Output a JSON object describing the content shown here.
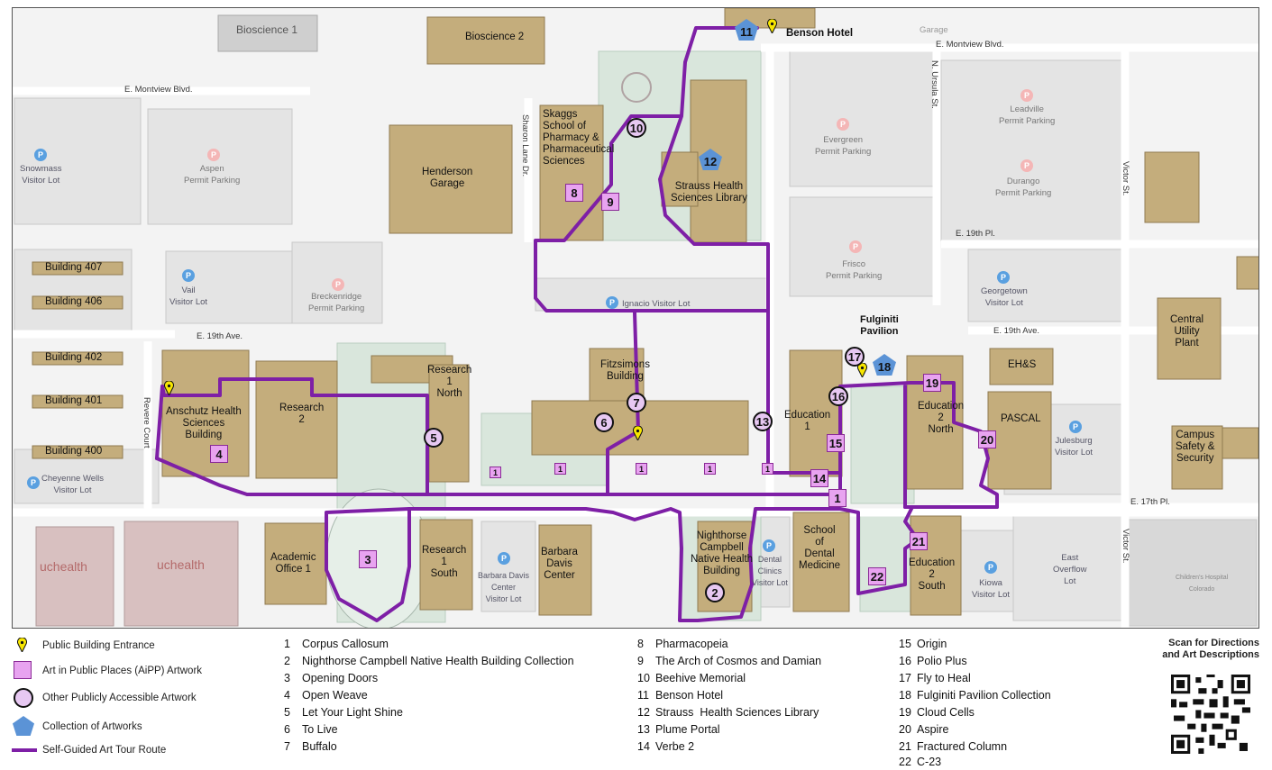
{
  "colors": {
    "building": "#c4ad7c",
    "route": "#7e1fa6",
    "aipp": "#e8a3f0",
    "other_art": "#e7c8f2",
    "collection": "#5b93d6",
    "park": "#d9e6dc",
    "lot": "#e4e4e4",
    "public_parking": "#5aa0e0",
    "permit_parking": "#f4b6b6"
  },
  "icons": {
    "entrance": "yellow-map-pin-icon",
    "parking": "parking-p-icon"
  },
  "streets": {
    "montview_w": "E. Montview Blvd.",
    "montview_e": "E. Montview Blvd.",
    "nineteenth_pl": "E. 19th Pl.",
    "nineteenth_ave_w": "E. 19th Ave.",
    "nineteenth_ave_e": "E. 19th Ave.",
    "seventeenth_pl": "E. 17th Pl.",
    "sharon_lane": "Sharon Lane Dr.",
    "revere": "Revere Court",
    "n_ursula": "N. Ursula St.",
    "victor_n": "Victor St.",
    "victor_s": "Victor St.",
    "garage_top": "Garage"
  },
  "buildings": {
    "bioscience1": "Bioscience 1",
    "bioscience2": "Bioscience 2",
    "henderson": "Henderson\nGarage",
    "skaggs": "Skaggs\nSchool of\nPharmacy &\nPharmaceutical\nSciences",
    "strauss": "Strauss Health\nSciences Library",
    "b407": "Building 407",
    "b406": "Building 406",
    "b402": "Building 402",
    "b401": "Building 401",
    "b400": "Building 400",
    "anschutz": "Anschutz Health\nSciences\nBuilding",
    "research2": "Research\n2",
    "research1n": "Research\n1\nNorth",
    "fitzsimons": "Fitzsimons\nBuilding",
    "fulginiti": "Fulginiti\nPavilion",
    "education1": "Education\n1",
    "education2n": "Education\n2\nNorth",
    "ehs": "EH&S",
    "pascal": "PASCAL",
    "central_utility": "Central\nUtility\nPlant",
    "campus_safety": "Campus\nSafety &\nSecurity",
    "academic1": "Academic\nOffice 1",
    "research1s": "Research\n1\nSouth",
    "barbara_davis": "Barbara\nDavis\nCenter",
    "nighthorse": "Nighthorse\nCampbell\nNative Health\nBuilding",
    "dental": "School\nof\nDental\nMedicine",
    "education2s": "Education\n2\nSouth",
    "uchealth1": "uchealth",
    "uchealth2": "uchealth",
    "benson": "Benson Hotel",
    "childrens": "Children's Hospital\nColorado"
  },
  "parking": {
    "snowmass": "Snowmass\nVisitor Lot",
    "aspen": "Aspen\nPermit Parking",
    "vail": "Vail\nVisitor Lot",
    "breckenridge": "Breckenridge\nPermit Parking",
    "cheyenne": "Cheyenne Wells\nVisitor Lot",
    "ignacio": "Ignacio Visitor Lot",
    "evergreen": "Evergreen\nPermit Parking",
    "leadville": "Leadville\nPermit Parking",
    "durango": "Durango\nPermit Parking",
    "frisco": "Frisco\nPermit Parking",
    "georgetown": "Georgetown\nVisitor Lot",
    "julesburg": "Julesburg\nVisitor Lot",
    "east_overflow": "East\nOverflow\nLot",
    "kiowa": "Kiowa\nVisitor Lot",
    "barbara_lot": "Barbara Davis\nCenter\nVisitor Lot",
    "dental_lot": "Dental\nClinics\nVisitor Lot"
  },
  "markers": [
    {
      "id": "1",
      "shape": "square"
    },
    {
      "id": "2",
      "shape": "circle"
    },
    {
      "id": "3",
      "shape": "square"
    },
    {
      "id": "4",
      "shape": "square"
    },
    {
      "id": "5",
      "shape": "circle"
    },
    {
      "id": "6",
      "shape": "circle"
    },
    {
      "id": "7",
      "shape": "circle"
    },
    {
      "id": "8",
      "shape": "square"
    },
    {
      "id": "9",
      "shape": "square"
    },
    {
      "id": "10",
      "shape": "circle"
    },
    {
      "id": "11",
      "shape": "pentagon"
    },
    {
      "id": "12",
      "shape": "pentagon"
    },
    {
      "id": "13",
      "shape": "circle"
    },
    {
      "id": "14",
      "shape": "square"
    },
    {
      "id": "15",
      "shape": "square"
    },
    {
      "id": "16",
      "shape": "circle"
    },
    {
      "id": "17",
      "shape": "circle"
    },
    {
      "id": "18",
      "shape": "pentagon"
    },
    {
      "id": "19",
      "shape": "square"
    },
    {
      "id": "20",
      "shape": "square"
    },
    {
      "id": "21",
      "shape": "square"
    },
    {
      "id": "22",
      "shape": "square"
    }
  ],
  "small_marker_label": "1",
  "parking_symbol": "P",
  "legend": {
    "entrance": "Public Building Entrance",
    "aipp": "Art in Public Places (AiPP) Artwork",
    "other": "Other Publicly Accessible Artwork",
    "collection": "Collection of Artworks",
    "route": "Self-Guided Art Tour Route",
    "scan": "Scan for Directions\nand Art Descriptions"
  },
  "artworks": [
    {
      "num": "1",
      "name": "Corpus Callosum"
    },
    {
      "num": "2",
      "name": "Nighthorse Campbell Native Health Building Collection"
    },
    {
      "num": "3",
      "name": "Opening Doors"
    },
    {
      "num": "4",
      "name": "Open Weave"
    },
    {
      "num": "5",
      "name": "Let Your Light Shine"
    },
    {
      "num": "6",
      "name": "To Live"
    },
    {
      "num": "7",
      "name": "Buffalo"
    },
    {
      "num": "8",
      "name": "Pharmacopeia"
    },
    {
      "num": "9",
      "name": "The Arch of Cosmos and Damian"
    },
    {
      "num": "10",
      "name": "Beehive Memorial"
    },
    {
      "num": "11",
      "name": "Benson Hotel"
    },
    {
      "num": "12",
      "name": "Strauss  Health Sciences Library"
    },
    {
      "num": "13",
      "name": "Plume Portal"
    },
    {
      "num": "14",
      "name": "Verbe 2"
    },
    {
      "num": "15",
      "name": "Origin"
    },
    {
      "num": "16",
      "name": "Polio Plus"
    },
    {
      "num": "17",
      "name": "Fly to Heal"
    },
    {
      "num": "18",
      "name": "Fulginiti Pavilion Collection"
    },
    {
      "num": "19",
      "name": "Cloud Cells"
    },
    {
      "num": "20",
      "name": "Aspire"
    },
    {
      "num": "21",
      "name": "Fractured Column"
    },
    {
      "num": "22",
      "name": "C-23"
    }
  ]
}
